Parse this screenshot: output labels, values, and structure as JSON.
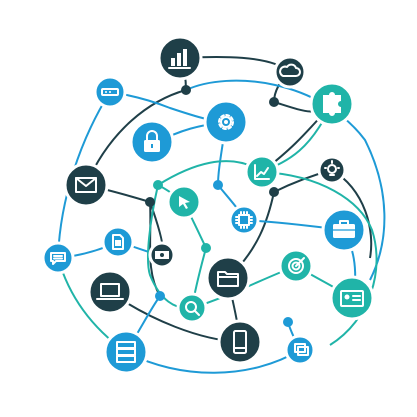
{
  "palette": {
    "dark": "#1f3f48",
    "blue": "#1e9ad6",
    "teal": "#20b4a8",
    "line_dark": "#1f3f48",
    "line_blue": "#1e9ad6",
    "line_teal": "#20b4a8",
    "background": "#ffffff"
  },
  "nodes": [
    {
      "id": "chart",
      "icon": "bar-chart-icon",
      "color": "dark"
    },
    {
      "id": "cloud",
      "icon": "cloud-icon",
      "color": "dark"
    },
    {
      "id": "router",
      "icon": "router-icon",
      "color": "blue"
    },
    {
      "id": "puzzle",
      "icon": "puzzle-icon",
      "color": "teal"
    },
    {
      "id": "gear",
      "icon": "gear-icon",
      "color": "blue"
    },
    {
      "id": "lock",
      "icon": "lock-icon",
      "color": "blue"
    },
    {
      "id": "trend",
      "icon": "line-chart-icon",
      "color": "teal"
    },
    {
      "id": "bulb",
      "icon": "lightbulb-icon",
      "color": "dark"
    },
    {
      "id": "mail",
      "icon": "envelope-icon",
      "color": "dark"
    },
    {
      "id": "cursor",
      "icon": "cursor-icon",
      "color": "teal"
    },
    {
      "id": "chip",
      "icon": "chip-icon",
      "color": "blue"
    },
    {
      "id": "briefcase",
      "icon": "briefcase-icon",
      "color": "blue"
    },
    {
      "id": "chat",
      "icon": "chat-bubble-icon",
      "color": "blue"
    },
    {
      "id": "sim",
      "icon": "sim-card-icon",
      "color": "blue"
    },
    {
      "id": "money",
      "icon": "money-icon",
      "color": "dark"
    },
    {
      "id": "target",
      "icon": "target-icon",
      "color": "teal"
    },
    {
      "id": "folder",
      "icon": "folder-icon",
      "color": "dark"
    },
    {
      "id": "laptop",
      "icon": "laptop-icon",
      "color": "dark"
    },
    {
      "id": "idcard",
      "icon": "id-card-icon",
      "color": "teal"
    },
    {
      "id": "search",
      "icon": "magnifier-icon",
      "color": "teal"
    },
    {
      "id": "phone",
      "icon": "smartphone-icon",
      "color": "dark"
    },
    {
      "id": "windows",
      "icon": "windows-icon",
      "color": "blue"
    },
    {
      "id": "server",
      "icon": "server-icon",
      "color": "blue"
    }
  ]
}
